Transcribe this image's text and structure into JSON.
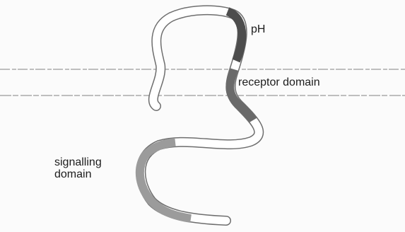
{
  "labels": {
    "ph": "pH",
    "receptor_domain": "receptor domain",
    "signalling_domain_line1": "signalling",
    "signalling_domain_line2": "domain"
  },
  "colors": {
    "background": "#fbfbfb",
    "membrane_line": "#9a9a9a",
    "chain_outline": "#6e6e6e",
    "chain_fill": "#ffffff",
    "ph_segment": "#4d4d4d",
    "receptor_segment": "#6a6a6a",
    "signalling_segment": "#9b9b9b",
    "text": "#1c1c1c"
  }
}
